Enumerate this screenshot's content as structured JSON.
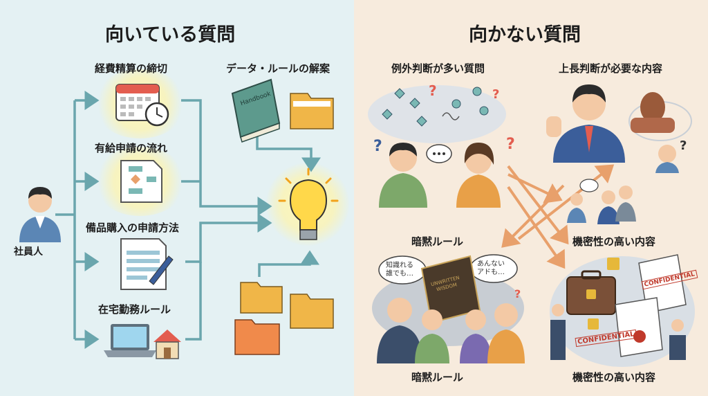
{
  "left": {
    "title": "向いている質問",
    "employee_label": "社員人",
    "items": [
      {
        "label": "経費精算の締切"
      },
      {
        "label": "有給申請の流れ"
      },
      {
        "label": "備品購入の申請方法"
      },
      {
        "label": "在宅勤務ルール"
      }
    ],
    "data_rules_label": "データ・ルールの解案",
    "handbook_text": "Handbook"
  },
  "right": {
    "title": "向かない質問",
    "items": [
      {
        "label": "例外判断が多い質問"
      },
      {
        "label": "上長判断が必要な内容"
      },
      {
        "label": "暗黙ルール"
      },
      {
        "label": "機密性の高い内容"
      }
    ],
    "bottom_labels": {
      "tacit": "暗黙ルール",
      "confidential": "機密性の高い内容"
    },
    "bubbles": {
      "left": "知識れる\n誰でも…",
      "right": "あんない\nアドも…"
    },
    "book_text": "UNWRITTEN\nWISDOM",
    "stamp_text": "CONFIDENTIAL"
  },
  "colors": {
    "left_bg": "#e4f1f3",
    "right_bg": "#f7ebdd",
    "connector": "#6aa6ad",
    "arrow_orange": "#e8a06b"
  }
}
